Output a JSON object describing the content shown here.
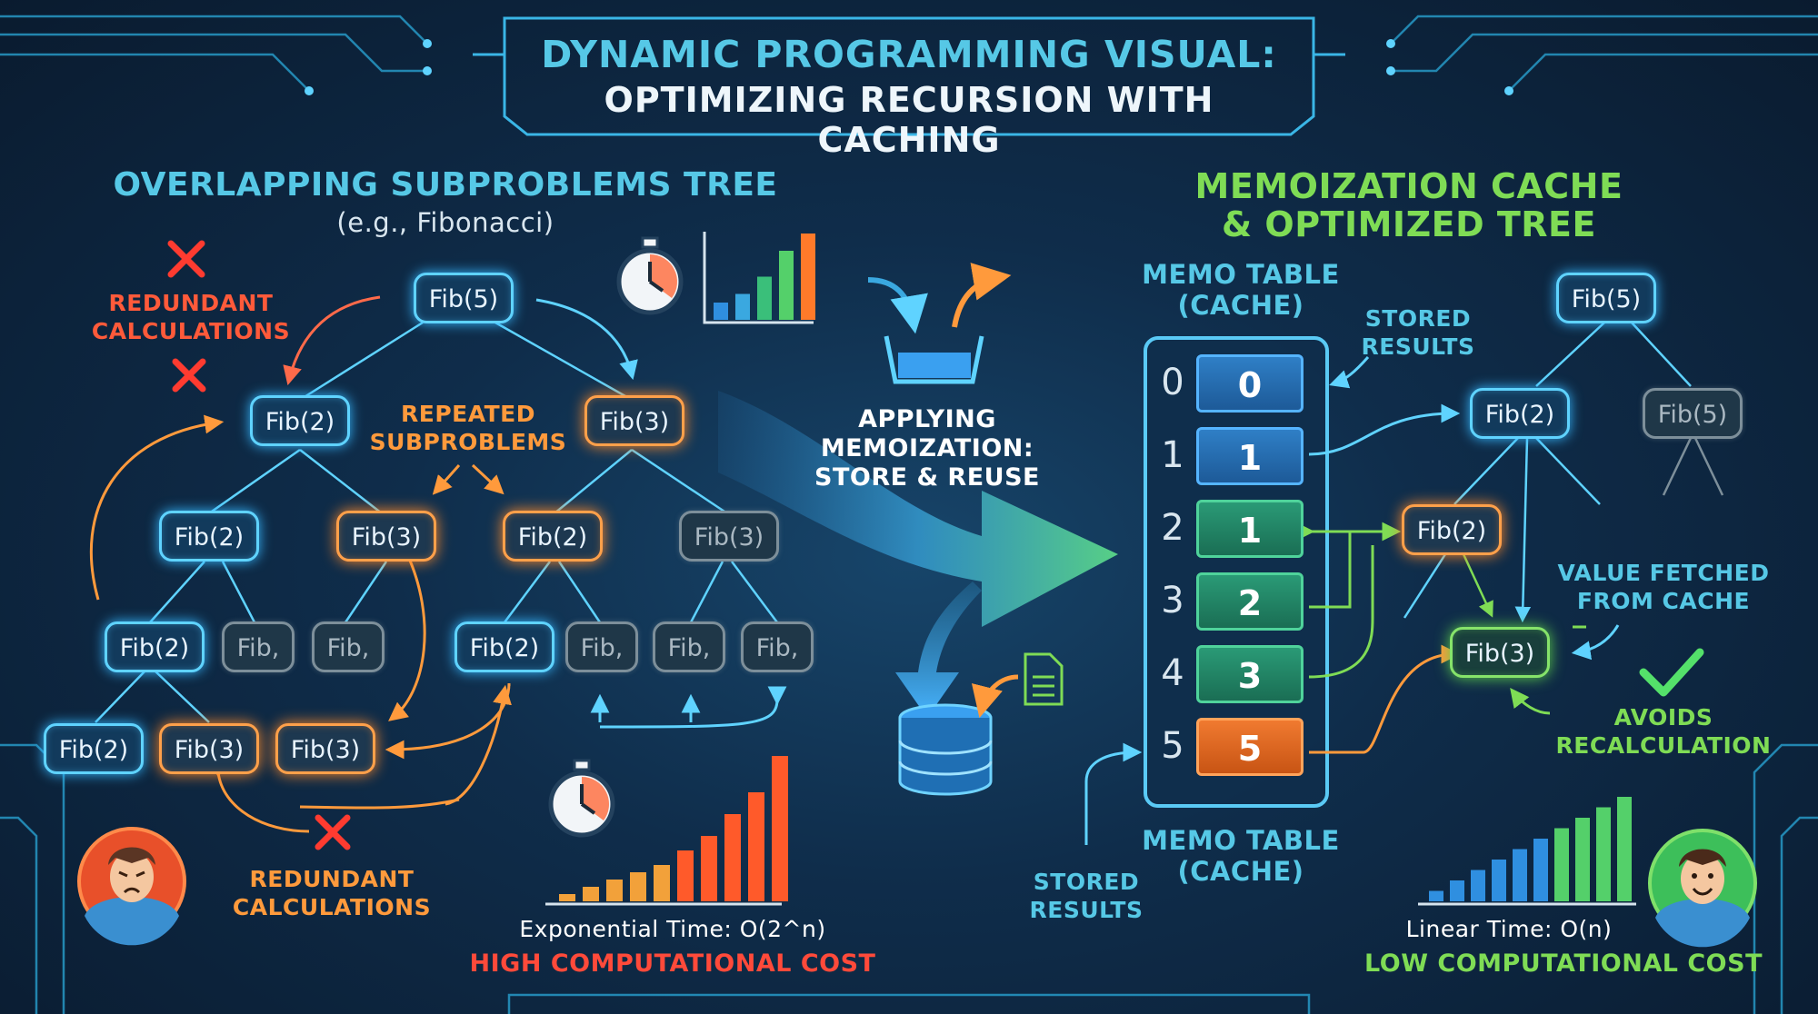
{
  "title": {
    "line1": "DYNAMIC PROGRAMMING VISUAL:",
    "line2": "OPTIMIZING RECURSION WITH CACHING"
  },
  "left": {
    "heading": "OVERLAPPING SUBPROBLEMS TREE",
    "subheading": "(e.g., Fibonacci)",
    "redundant_top": "REDUNDANT\nCALCULATIONS",
    "repeated": "REPEATED\nSUBPROBLEMS",
    "redundant_bottom": "REDUNDANT\nCALCULATIONS",
    "time_label": "Exponential Time: O(2^n)",
    "cost_label": "HIGH COMPUTATIONAL COST",
    "bar_values": [
      1,
      2,
      3,
      4,
      5,
      7,
      9,
      12,
      15,
      20
    ]
  },
  "tree_nodes": {
    "root": "Fib(5)",
    "l1a": "Fib(2)",
    "l1b": "Fib(3)",
    "l2a": "Fib(2)",
    "l2b": "Fib(3)",
    "l2c": "Fib(2)",
    "l2d": "Fib(3)",
    "l3a": "Fib(2)",
    "l3b": "Fib,",
    "l3c": "Fib,",
    "l3d": "Fib(2)",
    "l3e": "Fib,",
    "l3f": "Fib,",
    "l3g": "Fib,",
    "l4a": "Fib(2)",
    "l4b": "Fib(3)",
    "l4c": "Fib(3)"
  },
  "top_chart": {
    "bar_values": [
      2,
      3,
      5,
      8,
      10
    ]
  },
  "middle": {
    "caption": "APPLYING\nMEMOIZATION:\nSTORE & REUSE"
  },
  "right": {
    "heading_line1": "MEMOIZATION CACHE",
    "heading_line2": "& OPTIMIZED TREE",
    "memo_top": "MEMO TABLE\n(CACHE)",
    "stored_top": "STORED\nRESULTS",
    "memo_bottom": "MEMO TABLE\n(CACHE)",
    "stored_bottom": "STORED\nRESULTS",
    "value_fetched": "VALUE FETCHED\nFROM CACHE",
    "avoids": "AVOIDS\nRECALCULATION",
    "time_label": "Linear Time: O(n)",
    "cost_label": "LOW COMPUTATIONAL COST",
    "bar_values": [
      1,
      2,
      3,
      4,
      5,
      6,
      7,
      8,
      9,
      10
    ]
  },
  "memo_table": [
    {
      "index": "0",
      "value": "0"
    },
    {
      "index": "1",
      "value": "1"
    },
    {
      "index": "2",
      "value": "1"
    },
    {
      "index": "3",
      "value": "2"
    },
    {
      "index": "4",
      "value": "3"
    },
    {
      "index": "5",
      "value": "5"
    }
  ],
  "opt_nodes": {
    "root": "Fib(5)",
    "a": "Fib(2)",
    "b": "Fib(5)",
    "c": "Fib(2)",
    "d": "Fib(3)"
  },
  "colors": {
    "cyan": "#56c8e6",
    "orange": "#ff9a3c",
    "red": "#ff4a3a",
    "green": "#7fdc55",
    "blue_node": "#5fd3ff"
  }
}
